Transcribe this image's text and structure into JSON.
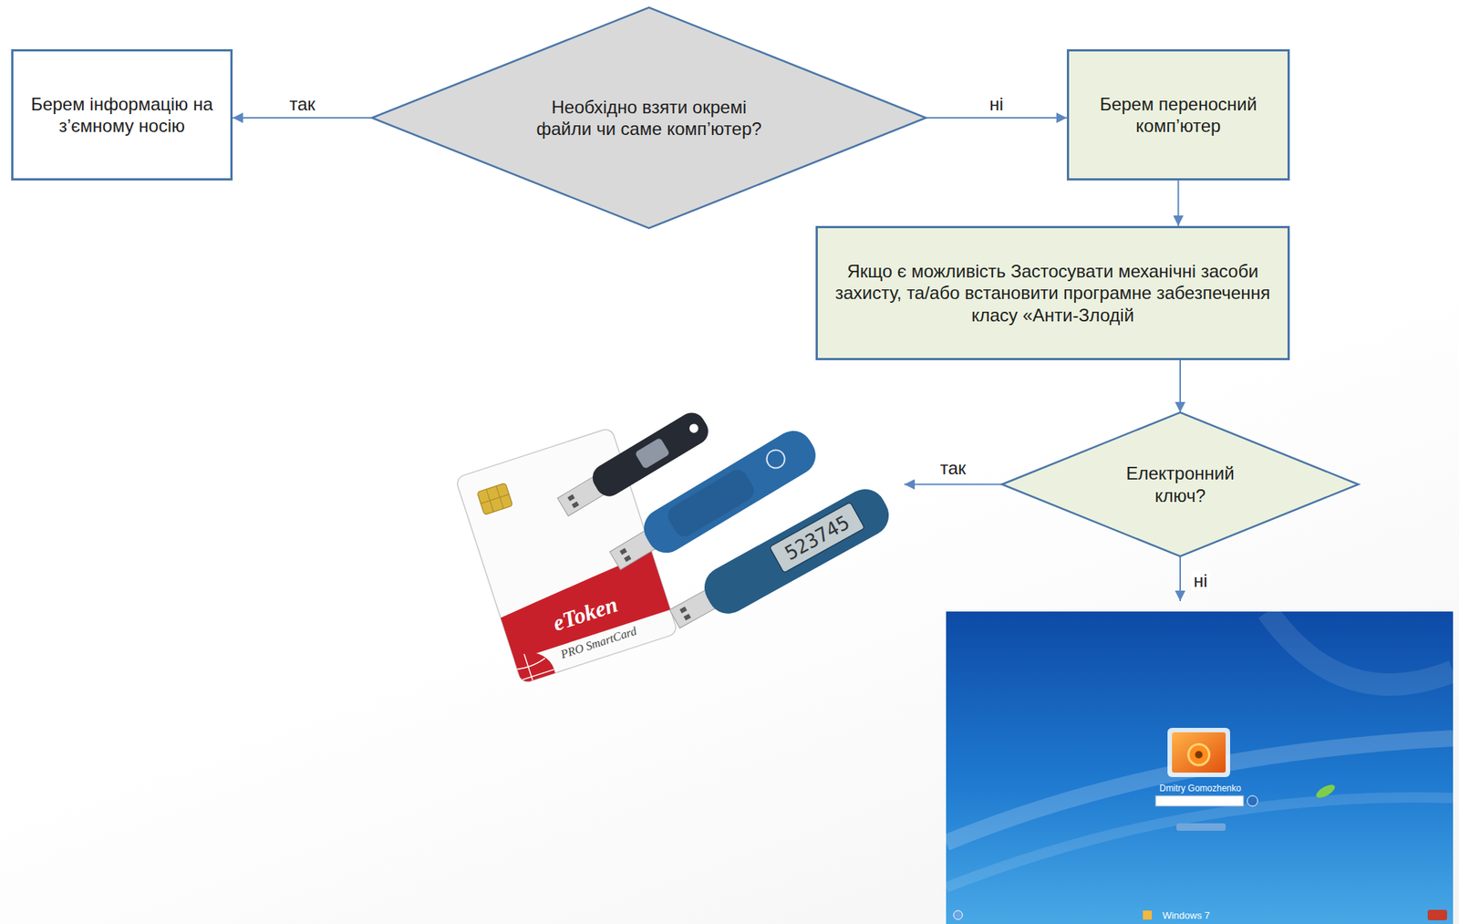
{
  "diagram": {
    "nodes": [
      {
        "text": [
          "Необхідно взяти окремі файли чи саме комп’ютер?"
        ]
      },
      {
        "text": [
          "Берем інформацію на з’ємному носію"
        ]
      },
      {
        "text": [
          "Берем переносний комп’ютер"
        ]
      },
      {
        "text": [
          "Якщо є можливість Застосувати механічні засоби захисту, та/або встановити програмне забезпечення класу «Анти-Злодій"
        ]
      },
      {
        "text": [
          "Електронний ключ?"
        ]
      }
    ],
    "edges": [
      {
        "from": 0,
        "to": 1,
        "arrow": "to",
        "label": "так"
      },
      {
        "from": 0,
        "to": 2,
        "arrow": "to",
        "label": "ні"
      },
      {
        "from": 2,
        "to": 3,
        "arrow": "to"
      },
      {
        "from": 3,
        "to": 4,
        "arrow": "to"
      }
    ],
    "labels": [
      "так",
      "ні",
      "eToken",
      "PRO SmartCard",
      "523745",
      "Dmitry Gomozhenko",
      "Windows 7"
    ]
  }
}
